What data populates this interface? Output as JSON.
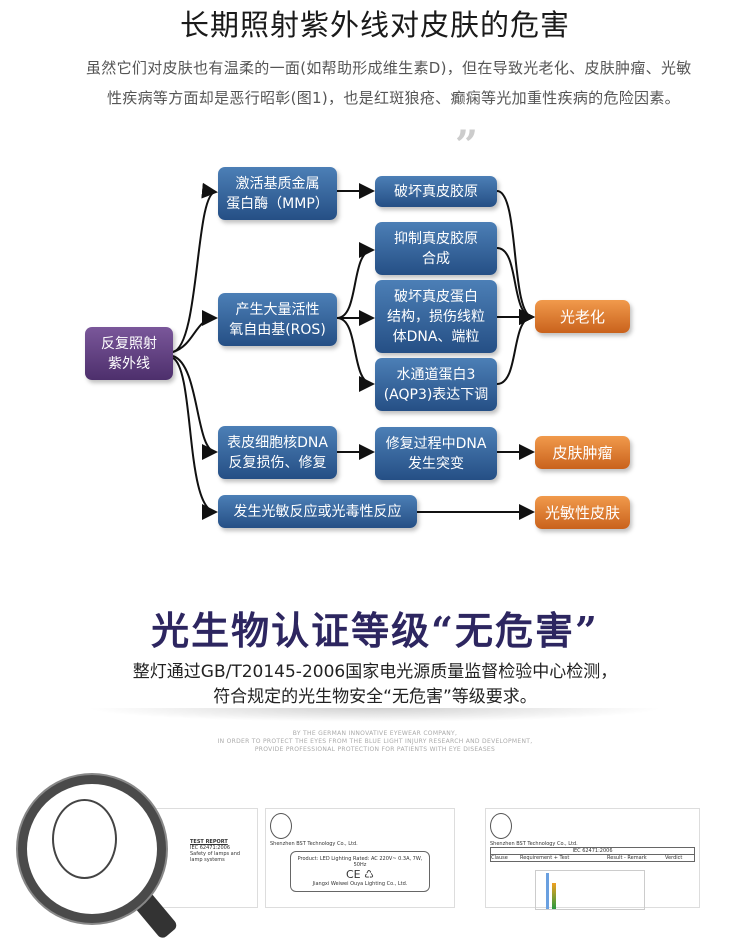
{
  "header": {
    "title": "长期照射紫外线对皮肤的危害",
    "paragraph_line1": "虽然它们对皮肤也有温柔的一面(如帮助形成维生素D)，但在导致光老化、皮肤肿瘤、光敏",
    "paragraph_line2": "性疾病等方面却是恶行昭彰(图1)，也是红斑狼疮、癫痫等光加重性疾病的危险因素。",
    "quote_mark": "”"
  },
  "diagram": {
    "source": "反复照射\n紫外线",
    "mmp": "激活基质金属\n蛋白酶（MMP）",
    "ros": "产生大量活性\n氧自由基(ROS)",
    "dna_damage": "表皮细胞核DNA\n反复损伤、修复",
    "photosensitive_reaction": "发生光敏反应或光毒性反应",
    "collagen_destroy": "破坏真皮胶原",
    "collagen_inhibit": "抑制真皮胶原\n合成",
    "protein_destroy": "破坏真皮蛋白\n结构，损伤线粒\n体DNA、端粒",
    "aqp3": "水通道蛋白3\n(AQP3)表达下调",
    "mutation": "修复过程中DNA\n发生突变",
    "photoaging": "光老化",
    "skin_tumor": "皮肤肿瘤",
    "photosensitive_skin": "光敏性皮肤"
  },
  "certification": {
    "title": "光生物认证等级“无危害”",
    "line1": "整灯通过GB/T20145-2006国家电光源质量监督检验中心检测，",
    "line2": "符合规定的光生物安全“无危害”等级要求。",
    "tagline1": "BY THE GERMAN INNOVATIVE EYEWEAR COMPANY,",
    "tagline2": "IN ORDER TO PROTECT THE EYES FROM THE BLUE LIGHT INJURY RESEARCH AND DEVELOPMENT,",
    "tagline3": "PROVIDE PROFESSIONAL PROTECTION FOR PATIENTS WITH EYE DISEASES"
  },
  "certificates": [
    {
      "company": "TEST REPORT",
      "standard": "IEC 62471:2006",
      "detail": "Safety of lamps and lamp systems"
    },
    {
      "company": "Shenzhen BST Technology Co., Ltd.",
      "detail": "Product: LED Lighting  Rated: AC 220V~ 0.3A, 7W, 50Hz",
      "maker": "Jiangxi Weiwei Ouya Lighting Co., Ltd."
    },
    {
      "company": "Shenzhen BST Technology Co., Ltd.",
      "standard": "IEC 62471:2006",
      "cols": [
        "Clause",
        "Requirement + Test",
        "Result - Remark",
        "Verdict"
      ]
    }
  ]
}
